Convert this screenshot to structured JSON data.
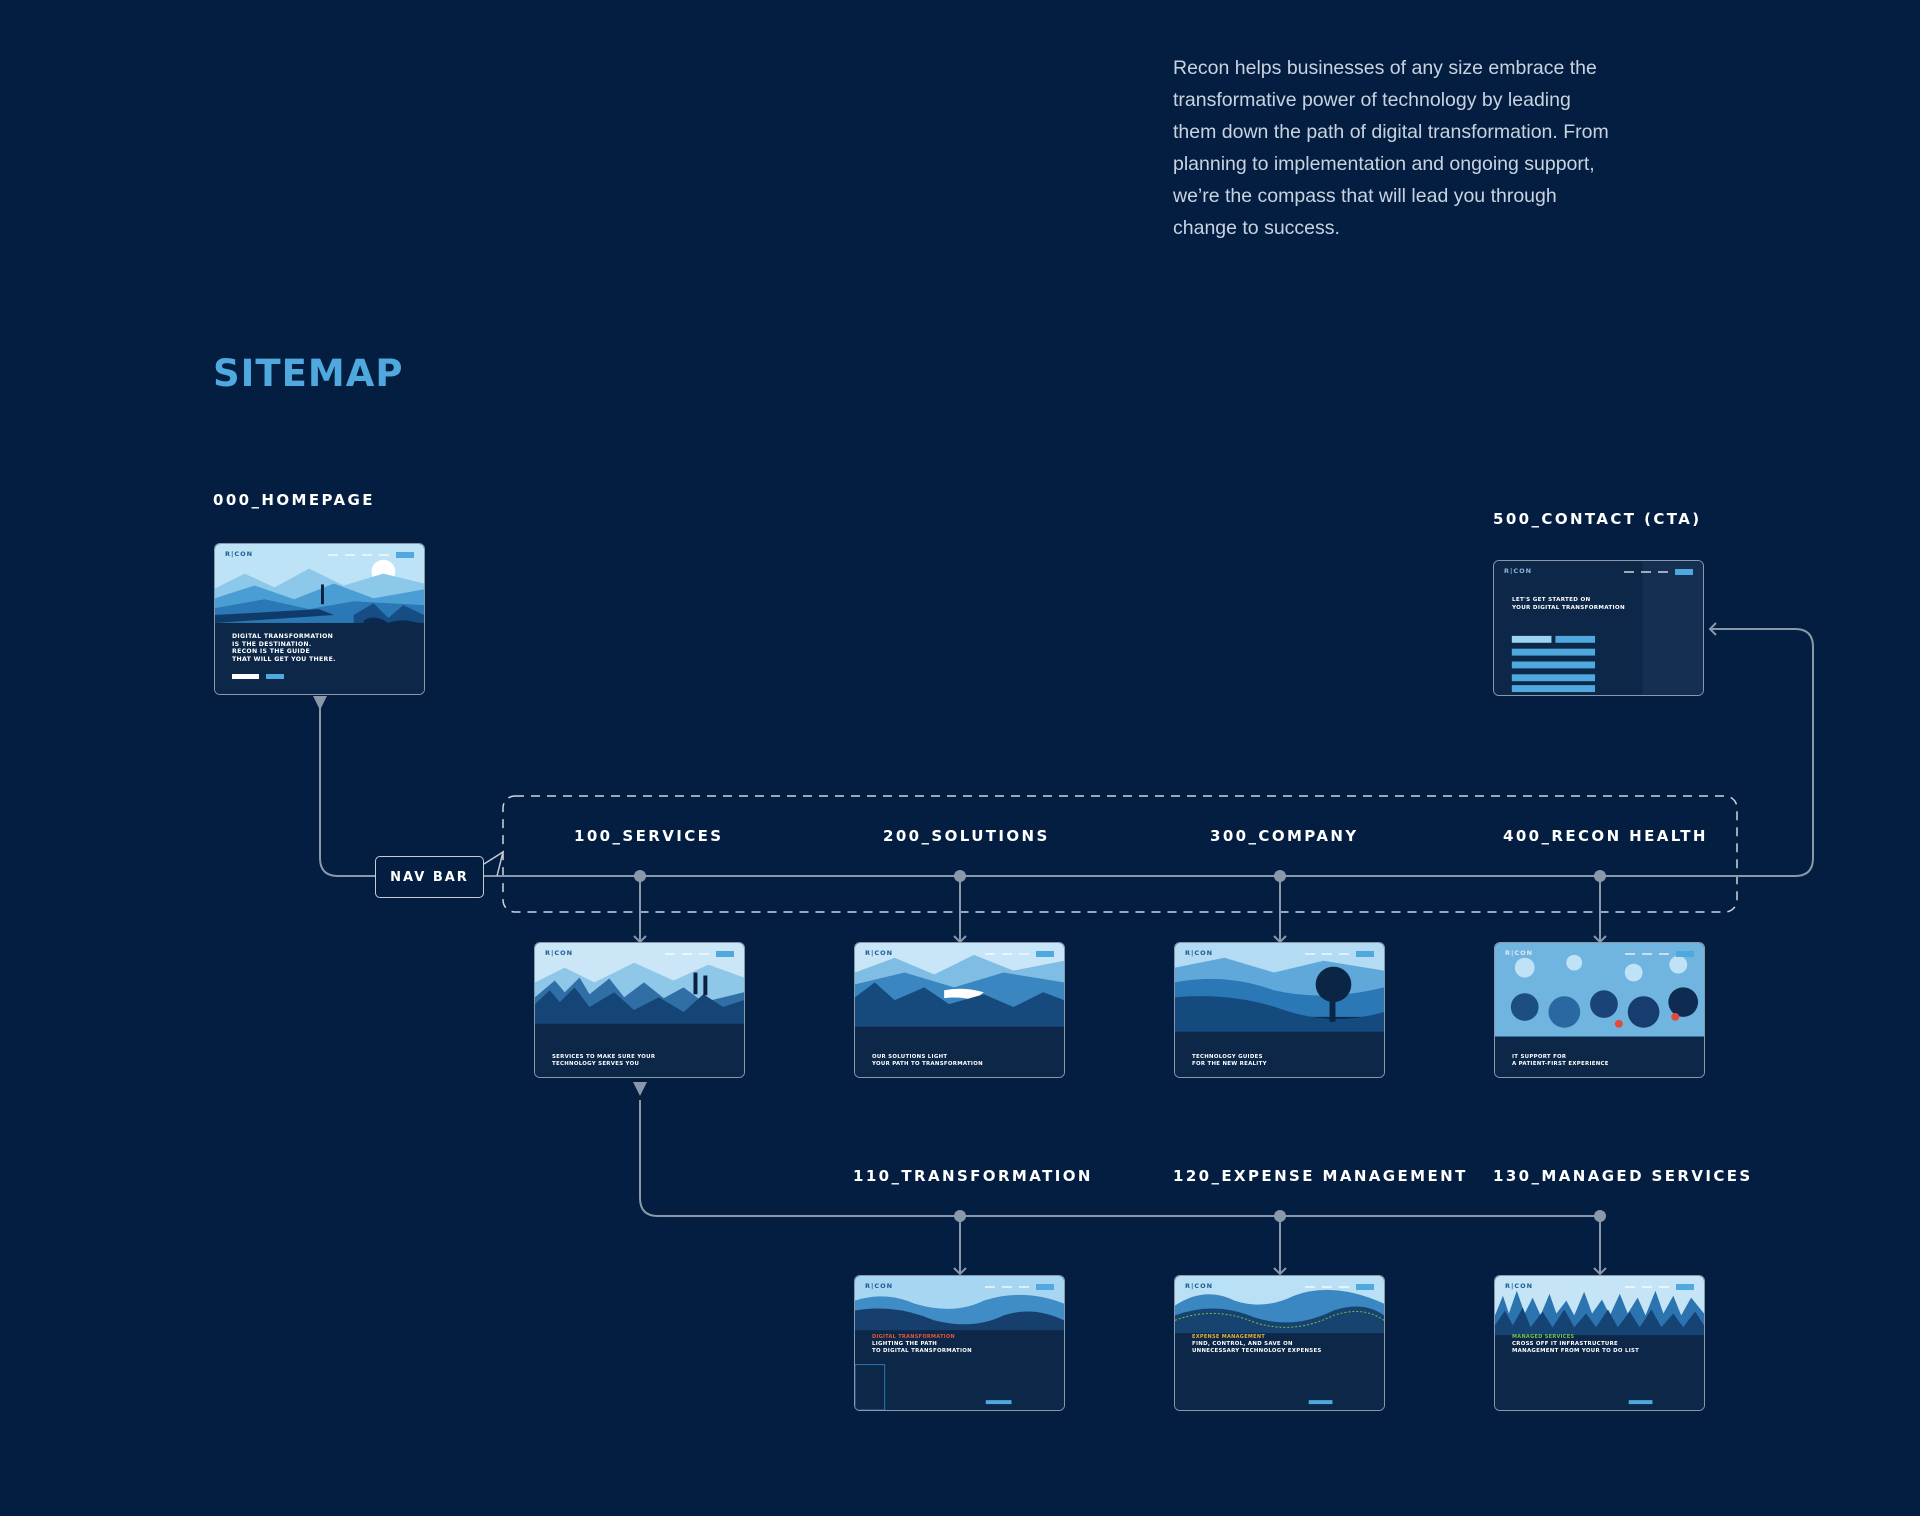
{
  "intro": {
    "text": "Recon helps businesses of any size embrace the transformative power of technology by leading them down the path of digital transformation. From planning to implementation and ongoing support, we’re the compass that will lead you through change to success."
  },
  "sitemap": {
    "title": "SITEMAP",
    "nav_bar_label": "NAV BAR",
    "labels": {
      "homepage": "000_HOMEPAGE",
      "contact": "500_CONTACT (CTA)",
      "services": "100_SERVICES",
      "solutions": "200_SOLUTIONS",
      "company": "300_COMPANY",
      "health": "400_RECON HEALTH",
      "transformation": "110_TRANSFORMATION",
      "expense": "120_EXPENSE MANAGEMENT",
      "managed": "130_MANAGED SERVICES"
    }
  },
  "thumbs": {
    "homepage": {
      "logo": "R|CON",
      "heading": "DIGITAL TRANSFORMATION\nIS THE DESTINATION.\nRECON IS THE GUIDE\nTHAT WILL GET YOU THERE."
    },
    "contact": {
      "logo": "R|CON",
      "heading": "LET'S GET STARTED ON\nYOUR DIGITAL TRANSFORMATION"
    },
    "services": {
      "logo": "R|CON",
      "heading": "SERVICES TO MAKE SURE YOUR\nTECHNOLOGY SERVES YOU"
    },
    "solutions": {
      "logo": "R|CON",
      "heading": "OUR SOLUTIONS LIGHT\nYOUR PATH TO TRANSFORMATION"
    },
    "company": {
      "logo": "R|CON",
      "heading": "TECHNOLOGY GUIDES\nFOR THE NEW REALITY"
    },
    "health": {
      "logo": "R|CON",
      "heading": "IT SUPPORT FOR\nA PATIENT-FIRST EXPERIENCE"
    },
    "transformation": {
      "logo": "R|CON",
      "eyebrow": "DIGITAL TRANSFORMATION",
      "heading": "LIGHTING THE PATH\nTO DIGITAL TRANSFORMATION"
    },
    "expense": {
      "logo": "R|CON",
      "eyebrow": "EXPENSE MANAGEMENT",
      "heading": "FIND, CONTROL, AND SAVE ON\nUNNECESSARY TECHNOLOGY EXPENSES"
    },
    "managed": {
      "logo": "R|CON",
      "eyebrow": "MANAGED SERVICES",
      "heading": "CROSS OFF IT INFRASTRUCTURE\nMANAGEMENT FROM YOUR TO DO LIST"
    }
  },
  "colors": {
    "background": "#031e41",
    "accent": "#4fa8de",
    "line": "#8a98a9"
  }
}
